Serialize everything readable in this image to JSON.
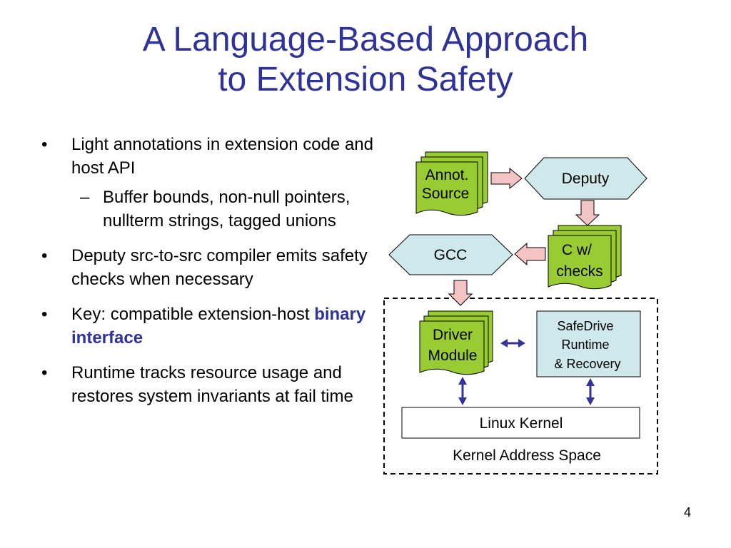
{
  "slide": {
    "title_line1": "A Language-Based Approach",
    "title_line2": "to Extension Safety",
    "page_number": "4"
  },
  "bullets": {
    "b1_text": "Light annotations in extension code and host API",
    "b1_sub1": "Buffer bounds, non-null pointers, nullterm strings, tagged unions",
    "b2_text": "Deputy src-to-src compiler emits safety checks when necessary",
    "b3_prefix": "Key: compatible extension-host",
    "b3_highlight": "binary interface",
    "b4_text": "Runtime tracks resource usage and restores system invariants at fail time"
  },
  "diagram": {
    "annot_line1": "Annot.",
    "annot_line2": "Source",
    "deputy": "Deputy",
    "cw_line1": "C w/",
    "cw_line2": "checks",
    "gcc": "GCC",
    "driver_line1": "Driver",
    "driver_line2": "Module",
    "safedrive_line1": "SafeDrive",
    "safedrive_line2": "Runtime",
    "safedrive_line3": "& Recovery",
    "linux_kernel": "Linux Kernel",
    "kernel_space": "Kernel Address Space"
  },
  "colors": {
    "title": "#2f3399",
    "doc_green": "#99cc33",
    "hex_blue": "#cfe8ec",
    "arrow_pink": "#f4c4c4",
    "arrow_blue": "#33339a"
  }
}
